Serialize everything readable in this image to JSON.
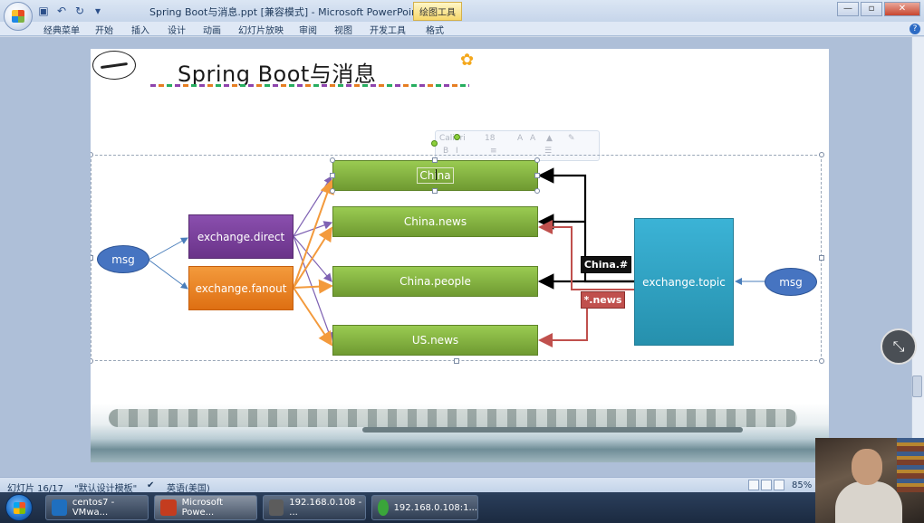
{
  "window": {
    "title": "Spring Boot与消息.ppt [兼容模式] - Microsoft PowerPoint",
    "context_tab": "绘图工具",
    "controls": {
      "minimize": "—",
      "restore": "▫",
      "close": "✕"
    }
  },
  "menubar": {
    "items": [
      "经典菜单",
      "开始",
      "插入",
      "设计",
      "动画",
      "幻灯片放映",
      "审阅",
      "视图",
      "开发工具",
      "格式"
    ]
  },
  "slide": {
    "title": "Spring Boot与消息",
    "nodes": {
      "msg_left": "msg",
      "exchange_direct": "exchange.direct",
      "exchange_fanout": "exchange.fanout",
      "queue_china": "China",
      "queue_china_news": "China.news",
      "queue_china_people": "China.people",
      "queue_us_news": "US.news",
      "exchange_topic": "exchange.topic",
      "msg_right": "msg",
      "tag_china_hash": "China.#",
      "tag_star_news": "*.news"
    },
    "mini_toolbar": {
      "font": "Calibri",
      "size": "18"
    }
  },
  "statusbar": {
    "slide_info": "幻灯片 16/17",
    "template": "\"默认设计模板\"",
    "language": "英语(美国)",
    "zoom": "85%"
  },
  "taskbar": {
    "tasks": [
      "centos7 - VMwa...",
      "Microsoft Powe...",
      "192.168.0.108 - ...",
      "192.168.0.108:1..."
    ]
  }
}
